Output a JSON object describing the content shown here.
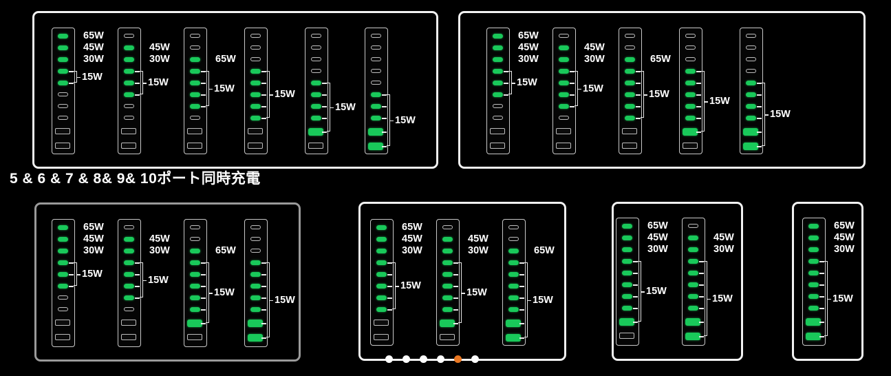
{
  "caption": "5 & 6 & 7 & 8& 9& 10ポート同時充電",
  "colors": {
    "port_on": "#19c95a",
    "frame": "#f2f2f2",
    "carousel_active": "#e87722"
  },
  "labels": {
    "w65": "65W",
    "w45": "45W",
    "w30": "30W",
    "w15": "15W"
  },
  "carousel": {
    "slides": 6,
    "active_index": 4
  },
  "panels": [
    {
      "name": "ten-port",
      "strips": [
        {
          "ports": [
            "on",
            "on",
            "on",
            "on",
            "on",
            "off",
            "off",
            "off",
            "bigoff",
            "bigoff"
          ],
          "labels": [
            "65W",
            "45W",
            "30W",
            "15W"
          ]
        },
        {
          "ports": [
            "off",
            "on",
            "on",
            "on",
            "on",
            "on",
            "off",
            "off",
            "bigoff",
            "bigoff"
          ],
          "labels": [
            "45W",
            "30W",
            "15W"
          ]
        },
        {
          "ports": [
            "off",
            "off",
            "on",
            "on",
            "on",
            "on",
            "on",
            "off",
            "bigoff",
            "bigoff"
          ],
          "labels": [
            "65W",
            "15W"
          ]
        },
        {
          "ports": [
            "off",
            "off",
            "off",
            "on",
            "on",
            "on",
            "on",
            "on",
            "bigoff",
            "bigoff"
          ],
          "labels": [
            "15W"
          ]
        },
        {
          "ports": [
            "off",
            "off",
            "off",
            "off",
            "on",
            "on",
            "on",
            "on",
            "bigon",
            "bigoff"
          ],
          "labels": [
            "15W"
          ]
        },
        {
          "ports": [
            "off",
            "off",
            "off",
            "off",
            "off",
            "on",
            "on",
            "on",
            "bigon",
            "bigon"
          ],
          "labels": [
            "15W"
          ]
        }
      ]
    },
    {
      "name": "nine-port",
      "strips": [
        {
          "ports": [
            "on",
            "on",
            "on",
            "on",
            "on",
            "on",
            "off",
            "off",
            "bigoff",
            "bigoff"
          ],
          "labels": [
            "65W",
            "45W",
            "30W",
            "15W"
          ]
        },
        {
          "ports": [
            "off",
            "on",
            "on",
            "on",
            "on",
            "on",
            "on",
            "off",
            "bigoff",
            "bigoff"
          ],
          "labels": [
            "45W",
            "30W",
            "15W"
          ]
        },
        {
          "ports": [
            "off",
            "off",
            "on",
            "on",
            "on",
            "on",
            "on",
            "on",
            "bigoff",
            "bigoff"
          ],
          "labels": [
            "65W",
            "15W"
          ]
        },
        {
          "ports": [
            "off",
            "off",
            "off",
            "on",
            "on",
            "on",
            "on",
            "on",
            "bigon",
            "bigoff"
          ],
          "labels": [
            "15W"
          ]
        },
        {
          "ports": [
            "off",
            "off",
            "off",
            "off",
            "on",
            "on",
            "on",
            "on",
            "bigon",
            "bigon"
          ],
          "labels": [
            "15W"
          ]
        }
      ]
    },
    {
      "name": "eight-port",
      "strips": [
        {
          "ports": [
            "on",
            "on",
            "on",
            "on",
            "on",
            "on",
            "off",
            "off",
            "bigoff",
            "bigoff"
          ],
          "labels": [
            "65W",
            "45W",
            "30W",
            "15W"
          ]
        },
        {
          "ports": [
            "off",
            "on",
            "on",
            "on",
            "on",
            "on",
            "on",
            "off",
            "bigoff",
            "bigoff"
          ],
          "labels": [
            "45W",
            "30W",
            "15W"
          ]
        },
        {
          "ports": [
            "off",
            "off",
            "on",
            "on",
            "on",
            "on",
            "on",
            "on",
            "bigon",
            "bigoff"
          ],
          "labels": [
            "65W",
            "15W"
          ]
        },
        {
          "ports": [
            "off",
            "off",
            "off",
            "on",
            "on",
            "on",
            "on",
            "on",
            "bigon",
            "bigon"
          ],
          "labels": [
            "15W"
          ]
        }
      ]
    },
    {
      "name": "seven-port",
      "strips": [
        {
          "ports": [
            "on",
            "on",
            "on",
            "on",
            "on",
            "on",
            "on",
            "on",
            "bigoff",
            "bigoff"
          ],
          "labels": [
            "65W",
            "45W",
            "30W",
            "15W"
          ]
        },
        {
          "ports": [
            "off",
            "on",
            "on",
            "on",
            "on",
            "on",
            "on",
            "on",
            "bigon",
            "bigoff"
          ],
          "labels": [
            "45W",
            "30W",
            "15W"
          ]
        },
        {
          "ports": [
            "off",
            "off",
            "on",
            "on",
            "on",
            "on",
            "on",
            "on",
            "bigon",
            "bigon"
          ],
          "labels": [
            "65W",
            "15W"
          ]
        }
      ]
    },
    {
      "name": "six-port",
      "strips": [
        {
          "ports": [
            "on",
            "on",
            "on",
            "on",
            "on",
            "on",
            "on",
            "on",
            "bigon",
            "bigoff"
          ],
          "labels": [
            "65W",
            "45W",
            "30W",
            "15W"
          ]
        },
        {
          "ports": [
            "off",
            "on",
            "on",
            "on",
            "on",
            "on",
            "on",
            "on",
            "bigon",
            "bigon"
          ],
          "labels": [
            "45W",
            "30W",
            "15W"
          ]
        }
      ]
    },
    {
      "name": "five-port",
      "strips": [
        {
          "ports": [
            "on",
            "on",
            "on",
            "on",
            "on",
            "on",
            "on",
            "on",
            "bigon",
            "bigon"
          ],
          "labels": [
            "65W",
            "45W",
            "30W",
            "15W"
          ]
        }
      ]
    }
  ]
}
